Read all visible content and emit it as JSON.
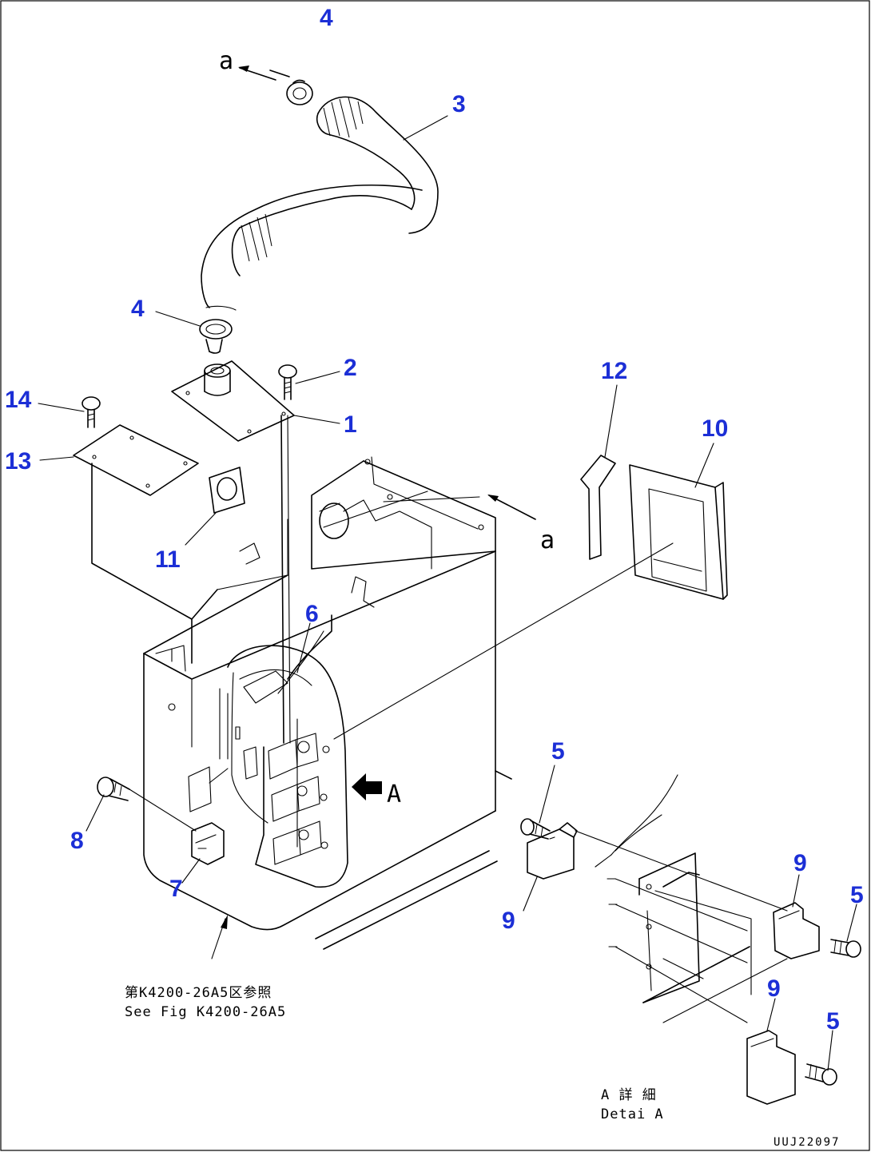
{
  "labels": [
    {
      "id": "hose-clamp-top",
      "text": "4"
    },
    {
      "id": "hose",
      "text": "3"
    },
    {
      "id": "hose-clamp-bottom",
      "text": "4"
    },
    {
      "id": "bolt-top",
      "text": "2"
    },
    {
      "id": "cover-plate",
      "text": "1"
    },
    {
      "id": "bolt-left",
      "text": "14"
    },
    {
      "id": "cover-left",
      "text": "13"
    },
    {
      "id": "seal",
      "text": "11"
    },
    {
      "id": "strip",
      "text": "12"
    },
    {
      "id": "window-panel",
      "text": "10"
    },
    {
      "id": "harness",
      "text": "6"
    },
    {
      "id": "bolt-side",
      "text": "8"
    },
    {
      "id": "clip",
      "text": "7"
    },
    {
      "id": "bolt-detail-1",
      "text": "5"
    },
    {
      "id": "bracket-detail-1",
      "text": "9"
    },
    {
      "id": "bracket-detail-2",
      "text": "9"
    },
    {
      "id": "bolt-detail-2",
      "text": "5"
    },
    {
      "id": "bracket-detail-3",
      "text": "9"
    },
    {
      "id": "bolt-detail-3",
      "text": "5"
    }
  ],
  "refs": {
    "a_top": "a",
    "a_right": "a",
    "view_A": "A"
  },
  "notes": {
    "see_fig_jp": "第K4200-26A5区参照",
    "see_fig_en": "See Fig K4200-26A5",
    "detail_jp": "A 詳 細",
    "detail_en": "Detai A"
  },
  "drawing_code": "UUJ22097"
}
